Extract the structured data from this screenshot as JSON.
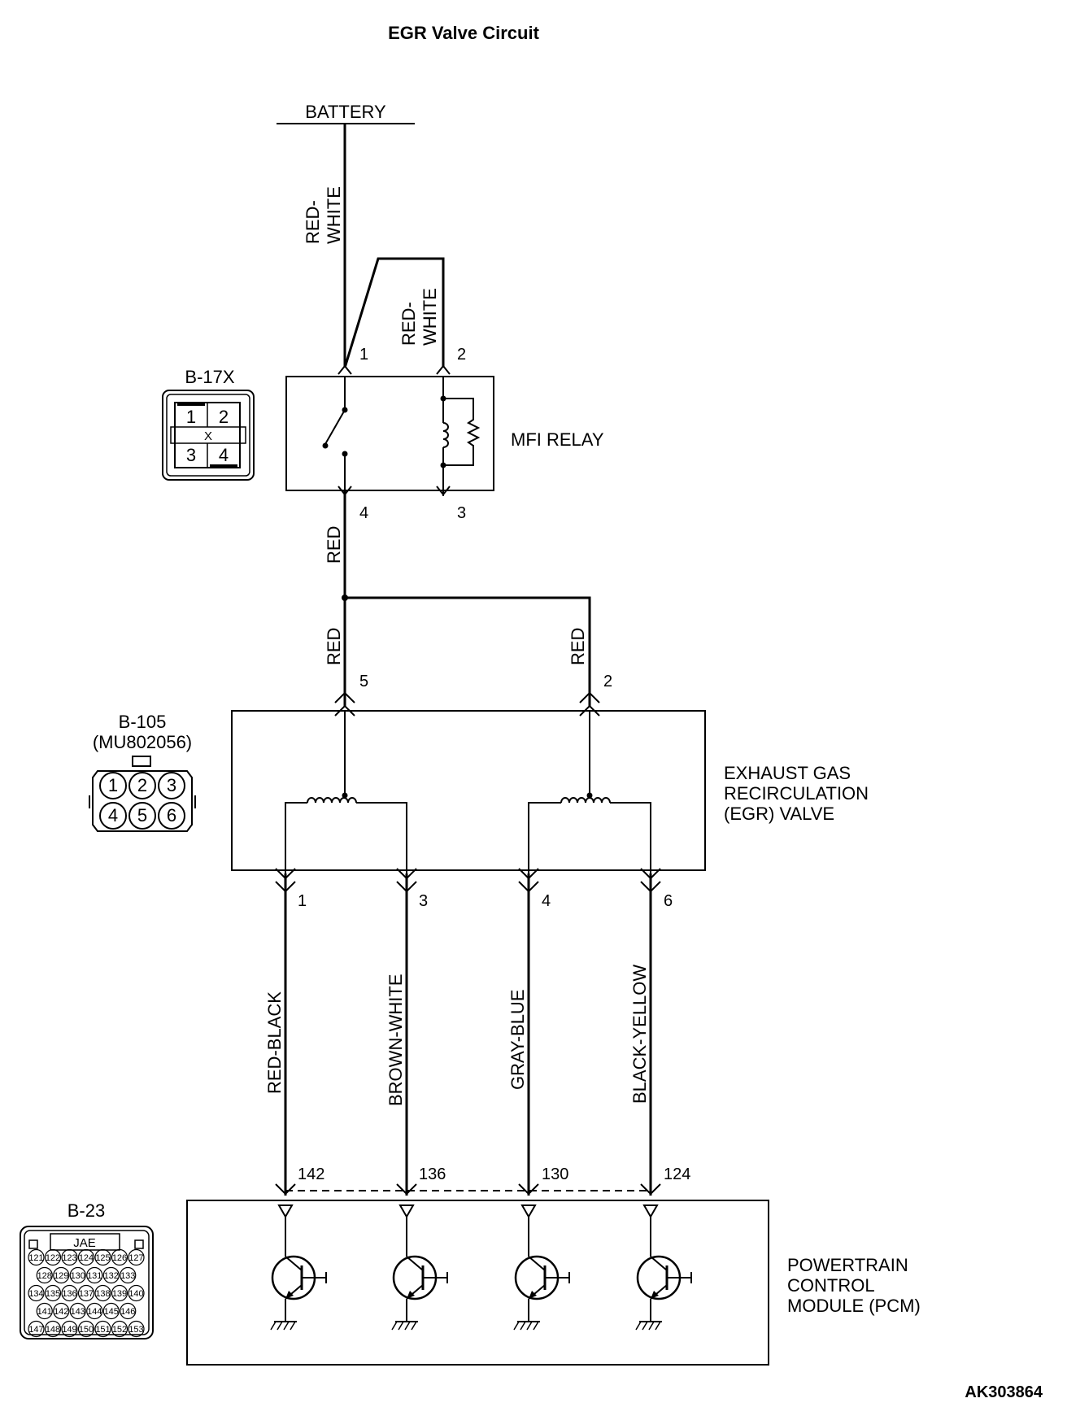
{
  "title": "EGR Valve Circuit",
  "figure_code": "AK303864",
  "battery": {
    "label": "BATTERY"
  },
  "wires": {
    "battery_feed": "RED-\nWHITE",
    "relay_coil_feed": "RED-\nWHITE",
    "relay_out": "RED",
    "egr_pin5": "RED",
    "egr_pin2": "RED",
    "pcm_142": "RED-BLACK",
    "pcm_136": "BROWN-WHITE",
    "pcm_130": "GRAY-BLUE",
    "pcm_124": "BLACK-YELLOW"
  },
  "relay": {
    "name": "MFI RELAY",
    "connector": "B-17X",
    "pins": [
      "1",
      "2",
      "4",
      "3"
    ],
    "connector_pins": [
      "1",
      "2",
      "X",
      "3",
      "4"
    ]
  },
  "egr_valve": {
    "name_lines": [
      "EXHAUST GAS",
      "RECIRCULATION",
      "(EGR) VALVE"
    ],
    "connector": "B-105",
    "part_number": "(MU802056)",
    "top_pins": [
      "5",
      "2"
    ],
    "bottom_pins": [
      "1",
      "3",
      "4",
      "6"
    ],
    "connector_pins": [
      "1",
      "2",
      "3",
      "4",
      "5",
      "6"
    ]
  },
  "pcm": {
    "name_lines": [
      "POWERTRAIN",
      "CONTROL",
      "MODULE (PCM)"
    ],
    "connector": "B-23",
    "connector_maker": "JAE",
    "pins": [
      "142",
      "136",
      "130",
      "124"
    ],
    "connector_rows": [
      [
        "121",
        "122",
        "123",
        "124",
        "125",
        "126",
        "127"
      ],
      [
        "128",
        "129",
        "130",
        "131",
        "132",
        "133"
      ],
      [
        "134",
        "135",
        "136",
        "137",
        "138",
        "139",
        "140"
      ],
      [
        "141",
        "142",
        "143",
        "144",
        "145",
        "146"
      ],
      [
        "147",
        "148",
        "149",
        "150",
        "151",
        "152",
        "153"
      ]
    ]
  }
}
